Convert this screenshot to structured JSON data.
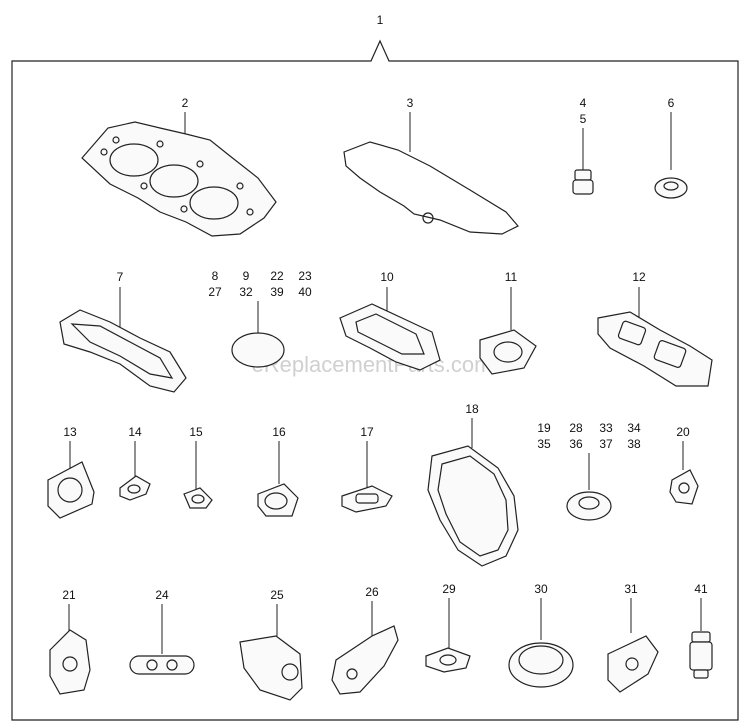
{
  "diagram": {
    "assembly_label": "1",
    "watermark": "eReplacementParts.com",
    "callouts": [
      {
        "id": "c2",
        "lines": [
          "2"
        ],
        "part": "cylinder-head-gasket"
      },
      {
        "id": "c3",
        "lines": [
          "3"
        ],
        "part": "rocker-cover-gasket"
      },
      {
        "id": "c4",
        "lines": [
          "4",
          "5"
        ],
        "part": "valve-stem-seal"
      },
      {
        "id": "c6",
        "lines": [
          "6"
        ],
        "part": "oil-seal"
      },
      {
        "id": "c7",
        "lines": [
          "7"
        ],
        "part": "intake-manifold-gasket"
      },
      {
        "id": "c8",
        "lines": [
          "8",
          "27"
        ],
        "part": "o-ring"
      },
      {
        "id": "c9",
        "lines": [
          "9",
          "32"
        ],
        "part": "o-ring"
      },
      {
        "id": "c22",
        "lines": [
          "22",
          "39"
        ],
        "part": "o-ring"
      },
      {
        "id": "c23",
        "lines": [
          "23",
          "40"
        ],
        "part": "o-ring"
      },
      {
        "id": "c10",
        "lines": [
          "10"
        ],
        "part": "exhaust-manifold-gasket"
      },
      {
        "id": "c11",
        "lines": [
          "11"
        ],
        "part": "square-flange-gasket"
      },
      {
        "id": "c12",
        "lines": [
          "12"
        ],
        "part": "twin-port-gasket"
      },
      {
        "id": "c13",
        "lines": [
          "13"
        ],
        "part": "pump-gasket"
      },
      {
        "id": "c14",
        "lines": [
          "14"
        ],
        "part": "small-gasket"
      },
      {
        "id": "c15",
        "lines": [
          "15"
        ],
        "part": "small-gasket"
      },
      {
        "id": "c16",
        "lines": [
          "16"
        ],
        "part": "round-flange-gasket"
      },
      {
        "id": "c17",
        "lines": [
          "17"
        ],
        "part": "oblong-gasket"
      },
      {
        "id": "c18",
        "lines": [
          "18"
        ],
        "part": "gear-case-gasket"
      },
      {
        "id": "c19",
        "lines": [
          "19",
          "35"
        ],
        "part": "oil-seal"
      },
      {
        "id": "c28",
        "lines": [
          "28",
          "36"
        ],
        "part": "oil-seal"
      },
      {
        "id": "c33",
        "lines": [
          "33",
          "37"
        ],
        "part": "oil-seal"
      },
      {
        "id": "c34",
        "lines": [
          "34",
          "38"
        ],
        "part": "oil-seal"
      },
      {
        "id": "c20",
        "lines": [
          "20"
        ],
        "part": "thermostat-gasket"
      },
      {
        "id": "c21",
        "lines": [
          "21"
        ],
        "part": "water-pump-gasket"
      },
      {
        "id": "c24",
        "lines": [
          "24"
        ],
        "part": "oval-gasket"
      },
      {
        "id": "c25",
        "lines": [
          "25"
        ],
        "part": "cover-gasket"
      },
      {
        "id": "c26",
        "lines": [
          "26"
        ],
        "part": "bracket-gasket"
      },
      {
        "id": "c29",
        "lines": [
          "29"
        ],
        "part": "small-flange-gasket"
      },
      {
        "id": "c30",
        "lines": [
          "30"
        ],
        "part": "large-oil-seal"
      },
      {
        "id": "c31",
        "lines": [
          "31"
        ],
        "part": "plate-gasket"
      },
      {
        "id": "c41",
        "lines": [
          "41"
        ],
        "part": "sleeve"
      }
    ]
  }
}
